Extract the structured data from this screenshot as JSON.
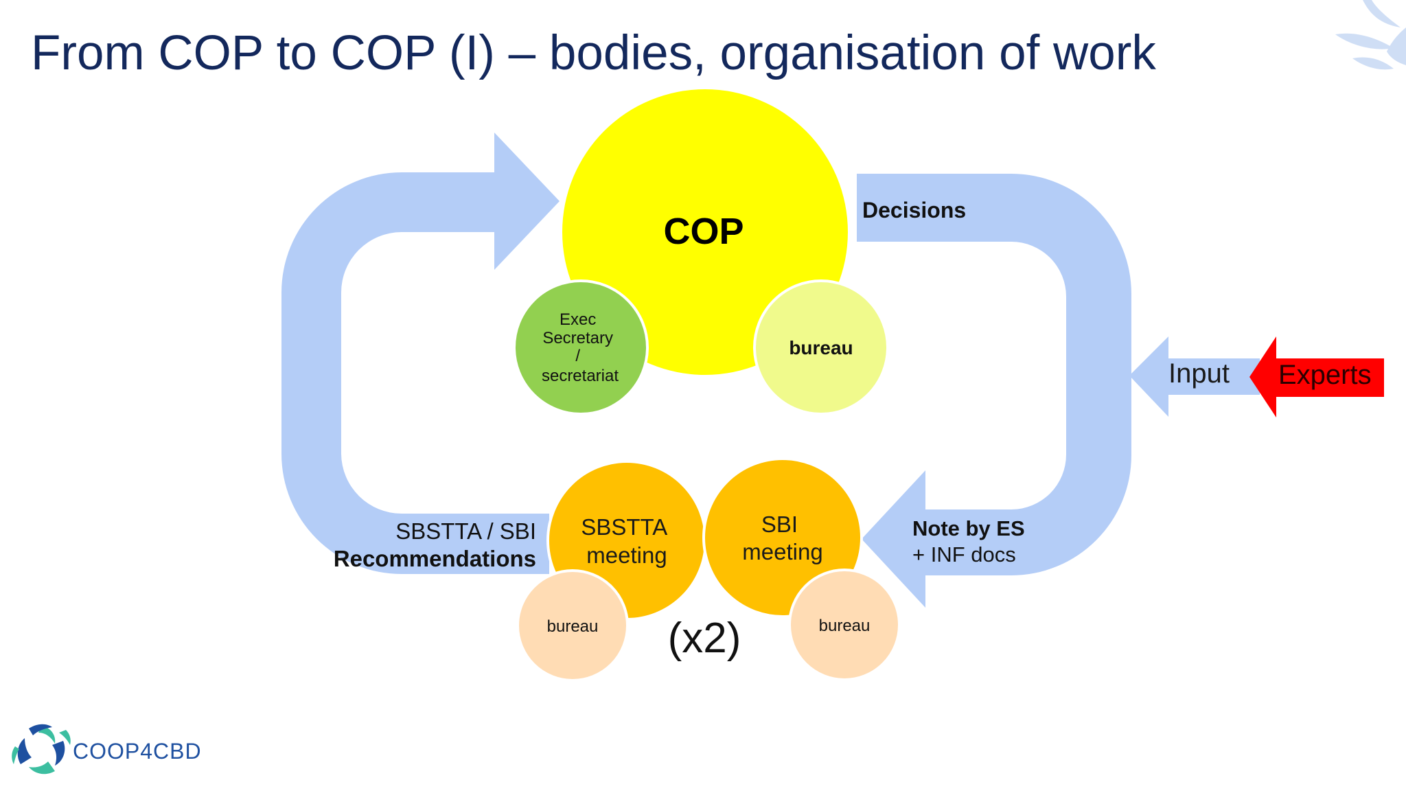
{
  "slide": {
    "title": "From COP to COP (I) – bodies, organisation of work"
  },
  "nodes": {
    "cop": {
      "label": "COP"
    },
    "exec_secretary": {
      "lines": [
        "Exec",
        "Secretary",
        "/",
        "secretariat"
      ]
    },
    "cop_bureau": {
      "label": "bureau"
    },
    "sbstta_meeting": {
      "lines": [
        "SBSTTA",
        "meeting"
      ]
    },
    "sbi_meeting": {
      "lines": [
        "SBI",
        "meeting"
      ]
    },
    "sbstta_bureau": {
      "label": "bureau"
    },
    "sbi_bureau": {
      "label": "bureau"
    },
    "multiplier": {
      "label": "(x2)"
    }
  },
  "flow_labels": {
    "decisions": "Decisions",
    "note_by_es": "Note by ES",
    "inf_docs": "+ INF docs",
    "recommendations_line1": "SBSTTA / SBI",
    "recommendations_line2": "Recommendations",
    "input": "Input",
    "experts": "Experts"
  },
  "logo": {
    "text": "COOP4CBD"
  },
  "colors": {
    "title": "#13285c",
    "flow_arrow": "#b4cdf7",
    "cop_circle": "#ffff00",
    "cop_bureau": "#f0fa8c",
    "exec_secretary": "#92d050",
    "meeting_circle": "#ffc000",
    "sub_bureau": "#ffdcb4",
    "experts_arrow": "#ff0000",
    "logo_blue": "#1e50a0",
    "logo_teal": "#3cbea0"
  }
}
